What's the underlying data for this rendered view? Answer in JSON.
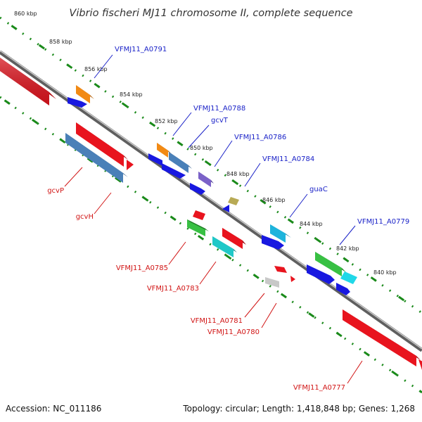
{
  "title": "Vibrio fischeri MJ11 chromosome II, complete sequence",
  "footer": {
    "accession": "Accession: NC_011186",
    "summary": "Topology: circular; Length: 1,418,848 bp; Genes: 1,268"
  },
  "ticks": [
    "860 kbp",
    "858 kbp",
    "856 kbp",
    "854 kbp",
    "852 kbp",
    "850 kbp",
    "848 kbp",
    "846 kbp",
    "844 kbp",
    "842 kbp",
    "840 kbp"
  ],
  "forward_genes": [
    {
      "label": "VFMJ11_A0791",
      "color": "#f28a14"
    },
    {
      "label": "VFMJ11_A0788",
      "color": "#f28a14"
    },
    {
      "label": "gcvT",
      "color": "#4a80b8"
    },
    {
      "label": "VFMJ11_A0786",
      "color": "#7b62c8"
    },
    {
      "label": "VFMJ11_A0784",
      "color": "#b8aa55"
    },
    {
      "label": "guaC",
      "color": "#1eb4dc"
    },
    {
      "label": "VFMJ11_A0779",
      "color": "#38c043"
    },
    {
      "label": "",
      "color": "#20d8e8"
    }
  ],
  "reverse_genes": [
    {
      "label": "gcvP",
      "color": "#e8141e"
    },
    {
      "label": "gcvH",
      "color": "#4a80b8"
    },
    {
      "label": "VFMJ11_A0785",
      "color": "#38c043"
    },
    {
      "label": "VFMJ11_A0783",
      "color": "#20c8c8"
    },
    {
      "label": "VFMJ11_A0781",
      "color": "#c8c8c8"
    },
    {
      "label": "VFMJ11_A0780",
      "color": "#e8141e"
    },
    {
      "label": "VFMJ11_A0777",
      "color": "#e8141e"
    }
  ],
  "colors": {
    "forward_label": "#1a22c8",
    "reverse_label": "#d11414",
    "cds": "#1818e0",
    "gc_tick": "#1a8a1a",
    "backbone": "#777777"
  }
}
